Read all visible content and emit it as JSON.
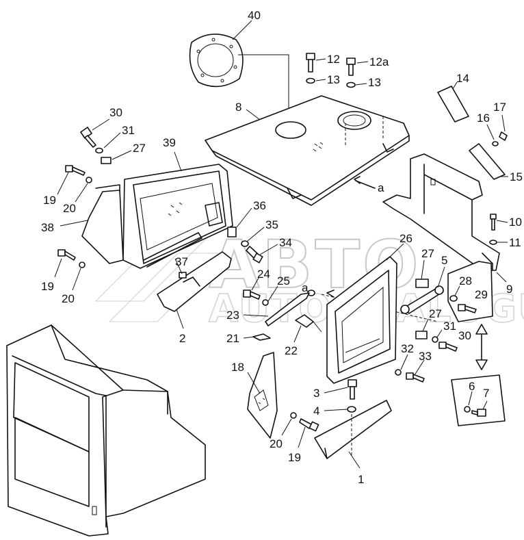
{
  "watermark": {
    "main": "ABTO",
    "sub": "AUTOANALOGUES"
  },
  "callouts": [
    "40",
    "12",
    "12a",
    "13",
    "13",
    "8",
    "14",
    "17",
    "16",
    "15",
    "30",
    "31",
    "27",
    "39",
    "19",
    "20",
    "38",
    "36",
    "35",
    "34",
    "19",
    "20",
    "37",
    "24",
    "25",
    "a",
    "a",
    "23",
    "21",
    "22",
    "2",
    "26",
    "27",
    "5",
    "28",
    "29",
    "27",
    "31",
    "30",
    "32",
    "33",
    "10",
    "11",
    "9",
    "18",
    "3",
    "4",
    "20",
    "19",
    "1",
    "6",
    "7"
  ]
}
